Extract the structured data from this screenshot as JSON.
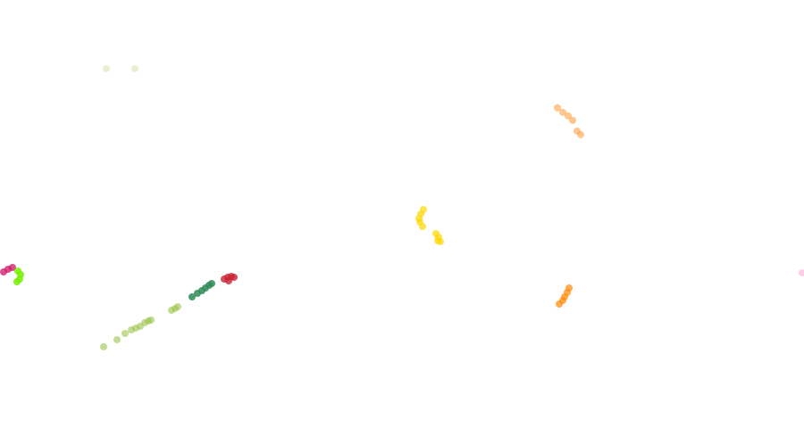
{
  "chart_data": {
    "type": "scatter",
    "title": "",
    "xlabel": "",
    "ylabel": "",
    "grid": false,
    "legend": "none",
    "x_domain": [
      0,
      900
    ],
    "y_domain": [
      0,
      498
    ],
    "series": [
      {
        "color": "#c8dca0",
        "opacity": 0.45,
        "points": [
          [
            119,
            77
          ],
          [
            151,
            77
          ]
        ]
      },
      {
        "color": "#ff9933",
        "opacity": 0.55,
        "points": [
          [
            624,
            121
          ],
          [
            630,
            126
          ],
          [
            636,
            130
          ],
          [
            641,
            135
          ],
          [
            646,
            147
          ],
          [
            650,
            151
          ]
        ]
      },
      {
        "color": "#ffd700",
        "opacity": 0.7,
        "points": [
          [
            474,
            235
          ],
          [
            471,
            240
          ],
          [
            469,
            245
          ],
          [
            470,
            249
          ],
          [
            473,
            254
          ],
          [
            488,
            262
          ],
          [
            491,
            266
          ],
          [
            490,
            270
          ],
          [
            493,
            271
          ]
        ]
      },
      {
        "color": "#ff8800",
        "opacity": 0.7,
        "points": [
          [
            637,
            323
          ],
          [
            635,
            328
          ],
          [
            632,
            333
          ],
          [
            630,
            337
          ],
          [
            626,
            341
          ]
        ]
      },
      {
        "color": "#cc1166",
        "opacity": 0.75,
        "points": [
          [
            4,
            305
          ],
          [
            9,
            302
          ],
          [
            14,
            300
          ]
        ]
      },
      {
        "color": "#77ee00",
        "opacity": 0.85,
        "points": [
          [
            20,
            304
          ],
          [
            23,
            308
          ],
          [
            22,
            313
          ],
          [
            19,
            316
          ]
        ]
      },
      {
        "color": "#2e8b57",
        "opacity": 0.85,
        "points": [
          [
            215,
            333
          ],
          [
            221,
            329
          ],
          [
            226,
            326
          ],
          [
            230,
            323
          ],
          [
            234,
            320
          ],
          [
            237,
            318
          ]
        ]
      },
      {
        "color": "#cc2233",
        "opacity": 0.8,
        "points": [
          [
            251,
            313
          ],
          [
            255,
            311
          ],
          [
            259,
            310
          ],
          [
            262,
            311
          ],
          [
            256,
            315
          ]
        ]
      },
      {
        "color": "#8fbf3a",
        "opacity": 0.55,
        "points": [
          [
            116,
            389
          ],
          [
            131,
            381
          ],
          [
            140,
            374
          ],
          [
            147,
            370
          ],
          [
            152,
            368
          ],
          [
            157,
            366
          ],
          [
            162,
            362
          ],
          [
            166,
            360
          ],
          [
            169,
            359
          ],
          [
            192,
            348
          ],
          [
            196,
            346
          ],
          [
            199,
            344
          ]
        ]
      },
      {
        "color": "#ff99cc",
        "opacity": 0.5,
        "points": [
          [
            898,
            306
          ]
        ]
      }
    ]
  }
}
